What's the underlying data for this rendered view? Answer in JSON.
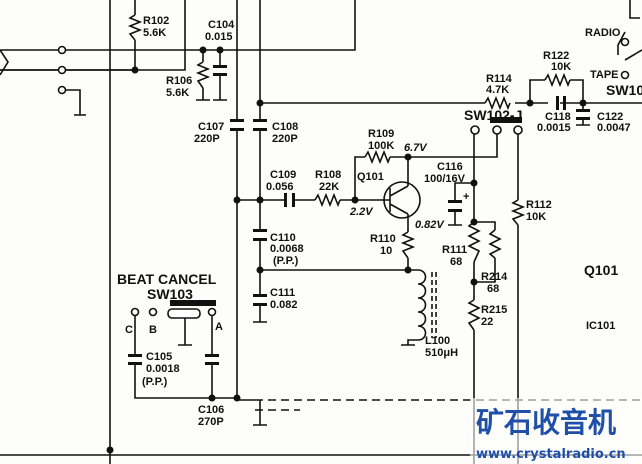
{
  "components": {
    "R102": {
      "ref": "R102",
      "value": "5.6K"
    },
    "R106": {
      "ref": "R106",
      "value": "5.6K"
    },
    "C104": {
      "ref": "C104",
      "value": "0.015"
    },
    "C107": {
      "ref": "C107",
      "value": "220P"
    },
    "C108": {
      "ref": "C108",
      "value": "220P"
    },
    "C109": {
      "ref": "C109",
      "value": "0.056"
    },
    "R108": {
      "ref": "R108",
      "value": "22K"
    },
    "R109": {
      "ref": "R109",
      "value": "100K"
    },
    "Q101": {
      "ref": "Q101"
    },
    "C110": {
      "ref": "C110",
      "value": "0.0068",
      "note": "(P.P.)"
    },
    "C111": {
      "ref": "C111",
      "value": "0.082"
    },
    "R110": {
      "ref": "R110",
      "value": "10"
    },
    "L100": {
      "ref": "L100",
      "value": "510μH"
    },
    "C116": {
      "ref": "C116",
      "value": "100/16V",
      "polarity": "+"
    },
    "R111": {
      "ref": "R111",
      "value": "68"
    },
    "R214": {
      "ref": "R214",
      "value": "68"
    },
    "R215": {
      "ref": "R215",
      "value": "22"
    },
    "R112": {
      "ref": "R112",
      "value": "10K"
    },
    "R114": {
      "ref": "R114",
      "value": "4.7K"
    },
    "R122": {
      "ref": "R122",
      "value": "10K"
    },
    "C118": {
      "ref": "C118",
      "value": "0.0015"
    },
    "C122": {
      "ref": "C122",
      "value": "0.0047"
    },
    "C105": {
      "ref": "C105",
      "value": "0.0018",
      "note": "(P.P.)"
    },
    "C106": {
      "ref": "C106",
      "value": "270P"
    }
  },
  "voltages": {
    "collector": "6.7V",
    "base": "2.2V",
    "emitter": "0.82V"
  },
  "switches": {
    "sw102j": "SW102-J",
    "sw103_title": "BEAT CANCEL",
    "sw103": "SW103",
    "sw103_terms": [
      "C",
      "B",
      "A"
    ],
    "radio": "RADIO",
    "tape": "TAPE",
    "sw10x": "SW10"
  },
  "block_labels": {
    "q101": "Q101",
    "ic101": "IC101"
  },
  "watermark": {
    "title": "矿石收音机",
    "url": "www.crystalradio.cn"
  }
}
